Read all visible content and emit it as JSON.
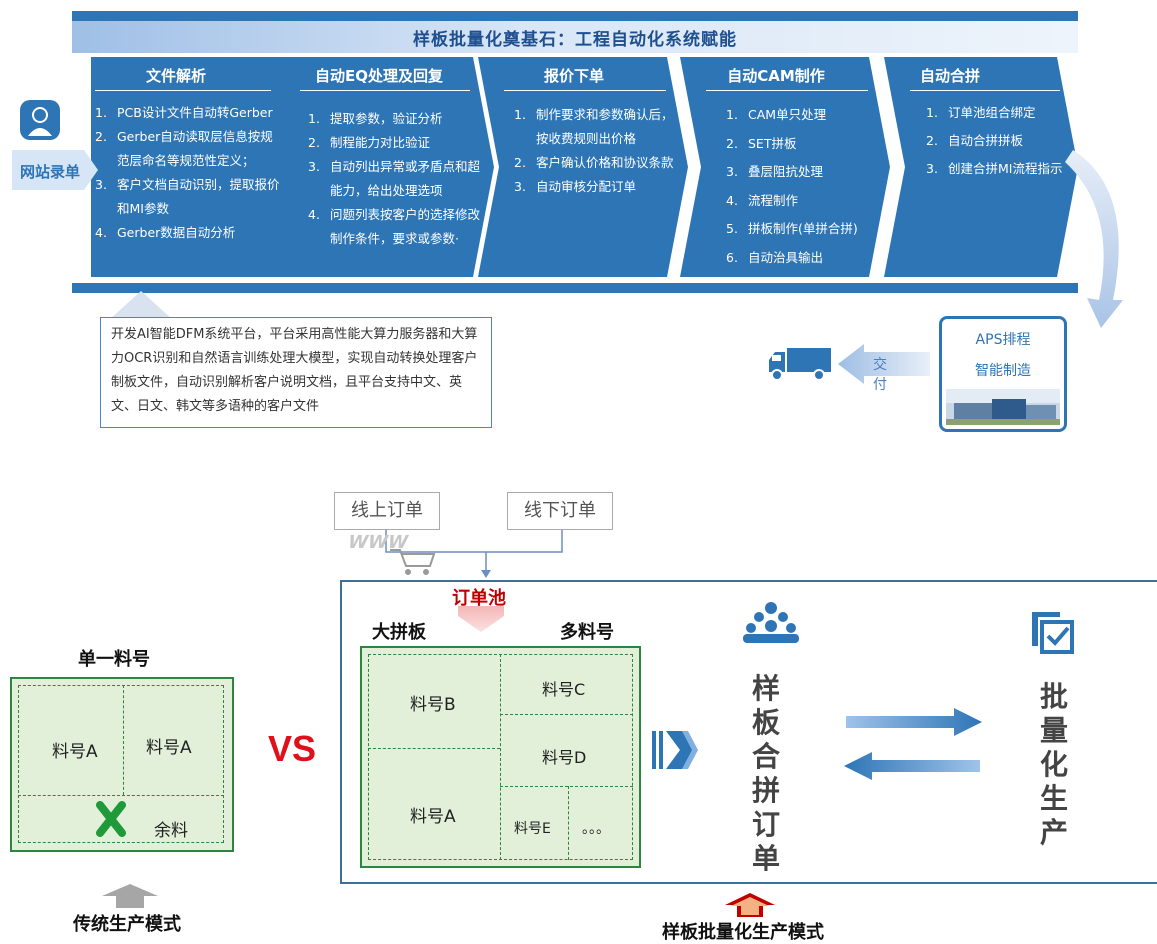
{
  "top_section": {
    "title": "样板批量化奠基石：工程自动化系统赋能",
    "stages": [
      {
        "title": "文件解析",
        "items": [
          {
            "n": "1.",
            "text": "PCB设计文件自动转Gerber"
          },
          {
            "n": "2.",
            "text": "Gerber自动读取层信息按规范层命名等规范性定义；"
          },
          {
            "n": "3.",
            "text": "客户文档自动识别，提取报价和MI参数"
          },
          {
            "n": "4.",
            "text": "Gerber数据自动分析"
          }
        ]
      },
      {
        "title": "自动EQ处理及回复",
        "items": [
          {
            "n": "1.",
            "text": "提取参数，验证分析"
          },
          {
            "n": "2.",
            "text": "制程能力对比验证"
          },
          {
            "n": "3.",
            "text": "自动列出异常或矛盾点和超能力，给出处理选项"
          },
          {
            "n": "4.",
            "text": "问题列表按客户的选择修改制作条件，要求或参数·"
          }
        ]
      },
      {
        "title": "报价下单",
        "items": [
          {
            "n": "1.",
            "text": "制作要求和参数确认后，按收费规则出价格"
          },
          {
            "n": "2.",
            "text": "客户确认价格和协议条款"
          },
          {
            "n": "3.",
            "text": "自动审核分配订单"
          }
        ]
      },
      {
        "title": "自动CAM制作",
        "items": [
          {
            "n": "1.",
            "text": "CAM单只处理"
          },
          {
            "n": "2.",
            "text": "SET拼板"
          },
          {
            "n": "3.",
            "text": "叠层阻抗处理"
          },
          {
            "n": "4.",
            "text": "流程制作"
          },
          {
            "n": "5.",
            "text": "拼板制作(单拼合拼)"
          },
          {
            "n": "6.",
            "text": "自动治具输出"
          }
        ]
      },
      {
        "title": "自动合拼",
        "items": [
          {
            "n": "1.",
            "text": "订单池组合绑定"
          },
          {
            "n": "2.",
            "text": "自动合拼拼板"
          },
          {
            "n": "3.",
            "text": "创建合拼MI流程指示"
          }
        ]
      }
    ],
    "web_order_label": "网站录单",
    "note": "开发AI智能DFM系统平台，平台采用高性能大算力服务器和大算力OCR识别和自然语言训练处理大模型，实现自动转换处理客户制板文件，自动识别解析客户说明文档，且平台支持中文、英文、日文、韩文等多语种的客户文件",
    "aps": {
      "line1": "APS排程",
      "line2": "智能制造"
    },
    "deliver_label": "交付"
  },
  "bottom_section": {
    "online_order": "线上订单",
    "offline_order": "线下订单",
    "order_pool": "订单池",
    "traditional": {
      "heading": "单一料号",
      "cells": [
        "料号A",
        "料号A",
        "余料"
      ],
      "footer": "传统生产模式"
    },
    "vs": "VS",
    "new_mode": {
      "heading_left": "大拼板",
      "heading_right": "多料号",
      "cells": [
        "料号B",
        "料号C",
        "料号D",
        "料号A",
        "料号E",
        "。。。"
      ],
      "footer": "样板批量化生产模式"
    },
    "vertical_left": "样板合拼订单",
    "vertical_right": "批量化生产"
  },
  "colors": {
    "primary_blue": "#2e75b6",
    "panel_green": "#e2f0d9",
    "border_green": "#2e8540",
    "vs_red": "#e0101b",
    "pool_red": "#c00000"
  }
}
